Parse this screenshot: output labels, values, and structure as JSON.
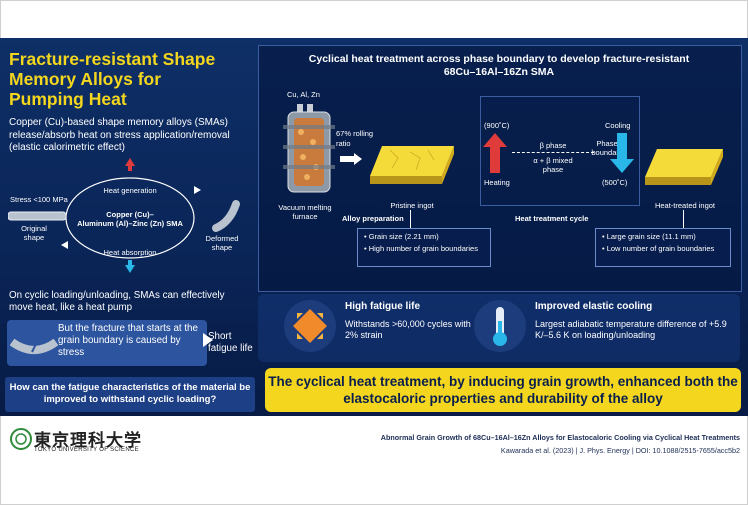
{
  "left": {
    "title": "Fracture-resistant Shape Memory Alloys for Pumping Heat",
    "intro": "Copper (Cu)-based shape memory alloys (SMAs) release/absorb heat on stress application/removal (elastic calorimetric effect)",
    "cycle": {
      "stress": "Stress <100 MPa",
      "heat_generation": "Heat generation",
      "center_line1": "Copper (Cu)–",
      "center_line2": "Aluminum (Al)–Zinc (Zn) SMA",
      "original_shape": "Original shape",
      "deformed_shape": "Deformed shape",
      "heat_absorption": "Heat absorption"
    },
    "cyclic_text": "On cyclic loading/unloading, SMAs can effectively move heat, like a heat pump",
    "fracture_text": "But the fracture that starts at the grain boundary is caused by stress",
    "short_fatigue": "Short fatigue life",
    "question": "How can the fatigue characteristics of the material be improved to withstand cyclic loading?"
  },
  "right": {
    "title_line1": "Cyclical heat treatment across phase boundary to develop fracture-resistant",
    "title_line2": "68Cu–16Al–16Zn SMA",
    "elements": "Cu, Al, Zn",
    "rolling": "67% rolling ratio",
    "furnace": "Vacuum melting furnace",
    "pristine": "Pristine ingot",
    "alloy_prep": "Alloy preparation",
    "temp_high": "(900˚C)",
    "beta_phase": "β phase",
    "mixed_phase_line1": "α + β mixed",
    "mixed_phase_line2": "phase",
    "heating": "Heating",
    "phase_boundary": "Phase boundary",
    "cooling": "Cooling",
    "temp_low": "(500˚C)",
    "heat_cycle": "Heat treatment cycle",
    "treated": "Heat-treated ingot",
    "pristine_bullets": [
      "Grain size (2.21 mm)",
      "High number of grain boundaries"
    ],
    "treated_bullets": [
      "Large grain size (11.1 mm)",
      "Low number of grain boundaries"
    ]
  },
  "fatigue": {
    "title": "High fatigue life",
    "text": "Withstands >60,000 cycles with 2% strain"
  },
  "cooling_box": {
    "title": "Improved elastic cooling",
    "text": "Largest adiabatic temperature difference of +5.9 K/–5.6 K on loading/unloading"
  },
  "conclusion": "The cyclical heat treatment, by inducing grain growth, enhanced both the elastocaloric properties and durability of the alloy",
  "footer": {
    "logo_jp": "東京理科大学",
    "logo_en": "TOKYO UNIVERSITY OF SCIENCE",
    "paper_title": "Abnormal Grain Growth of 68Cu–16Al–16Zn Alloys for Elastocaloric Cooling via Cyclical Heat Treatments",
    "citation": "Kawarada et al. (2023)   |   J. Phys. Energy   |   DOI: 10.1088/2515-7655/acc5b2"
  },
  "colors": {
    "bg": "#0a2456",
    "accent": "#f3d61d",
    "panel_border": "#3a5da0",
    "heat": "#e03b3b",
    "cold": "#29b6e8"
  }
}
